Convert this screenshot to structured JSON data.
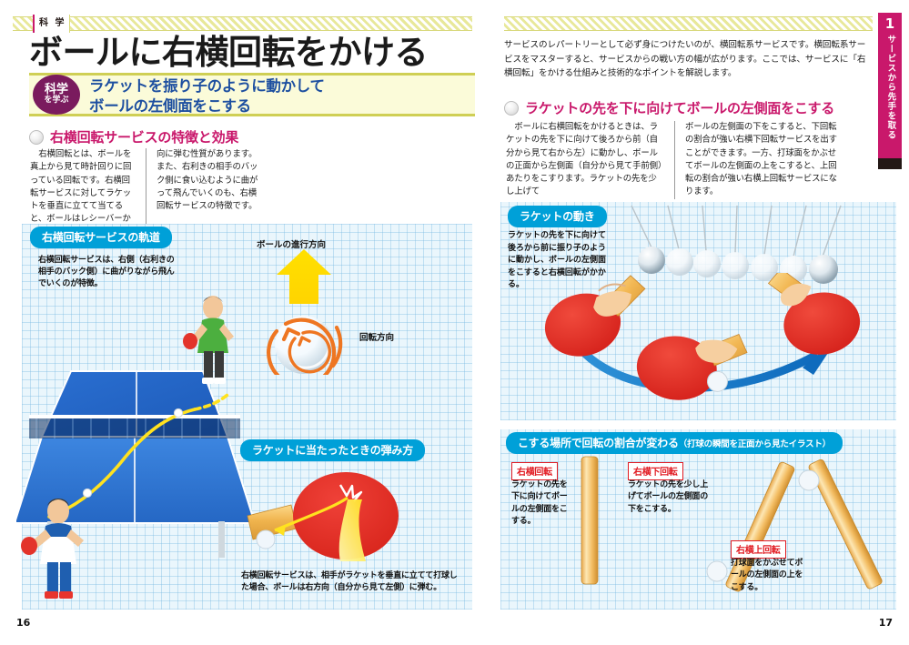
{
  "left_page": {
    "header_tag": "科 学",
    "title": "ボールに右横回転をかける",
    "science_badge": {
      "line1": "科学",
      "line2": "を学ぶ"
    },
    "science_text": "ラケットを振り子のように動かして\nボールの左側面をこする",
    "science_text_l1": "ラケットを振り子のように動かして",
    "science_text_l2": "ボールの左側面をこする",
    "section_heading": "右横回転サービスの特徴と効果",
    "body_col_left": "　右横回転とは、ボールを真上から見て時計回りに回っている回転です。右横回転サービスに対してラケットを垂直に立てて当てると、ボールはレシーバーから見て右方",
    "body_col_right": "向に弾む性質があります。また、右利きの相手のバック側に食い込むように曲がって飛んでいくのも、右横回転サービスの特徴です。",
    "fig1": {
      "pill": "右横回転サービスの軌道",
      "caption": "右横回転サービスは、右側（右利きの相手のバック側）に曲がりながら飛んでいくのが特徴。",
      "label_direction": "ボールの進行方向",
      "label_rotation": "回転方向"
    },
    "fig2": {
      "pill": "ラケットに当たったときの弾み方",
      "caption": "右横回転サービスは、相手がラケットを垂直に立てて打球した場合、ボールは右方向（自分から見て左側）に弾む。"
    },
    "page_number": "16"
  },
  "right_page": {
    "side_tab": {
      "number": "1",
      "text": "サービスから先手を取る"
    },
    "intro": "サービスのレパートリーとして必ず身につけたいのが、横回転系サービスです。横回転系サービスをマスターすると、サービスからの戦い方の幅が広がります。ここでは、サービスに「右横回転」をかける仕組みと技術的なポイントを解説します。",
    "section_heading": "ラケットの先を下に向けてボールの左側面をこする",
    "body_col_left": "　ボールに右横回転をかけるときは、ラケットの先を下に向けて後ろから前（自分から見て右から左）に動かし、ボールの正面から左側面（自分から見て手前側）あたりをこすります。ラケットの先を少し上げて",
    "body_col_right": "ボールの左側面の下をこすると、下回転の割合が強い右横下回転サービスを出すことができます。一方、打球面をかぶせてボールの左側面の上をこすると、上回転の割合が強い右横上回転サービスになります。",
    "fig3": {
      "pill": "ラケットの動き",
      "caption": "ラケットの先を下に向けて後ろから前に振り子のように動かし、ボールの左側面をこすると右横回転がかかる。"
    },
    "fig4": {
      "pill_main": "こする場所で回転の割合が変わる",
      "pill_sub": "（打球の瞬間を正面から見たイラスト）",
      "items": [
        {
          "badge": "右横回転",
          "caption": "ラケットの先を下に向けてボールの左側面をこする。"
        },
        {
          "badge": "右横下回転",
          "caption": "ラケットの先を少し上げてボールの左側面の下をこする。"
        },
        {
          "badge": "右横上回転",
          "caption": "打球面をかぶせてボールの左側面の上をこする。"
        }
      ]
    },
    "page_number": "17"
  },
  "colors": {
    "magenta": "#c9186b",
    "cyan_pill": "#00a0d8",
    "banner_yellow": "#fbfbd9",
    "banner_border": "#cfcf55",
    "blue_heading": "#1d4fa0",
    "red_box": "#e11b22",
    "grid_blue": "#eaf6fc"
  }
}
